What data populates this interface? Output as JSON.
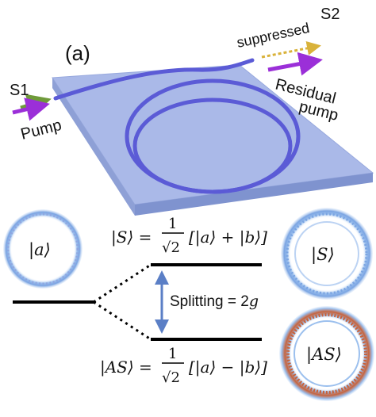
{
  "panel_label": "(a)",
  "labels": {
    "s1": "S1",
    "pump": "Pump",
    "s2": "S2",
    "suppressed": "suppressed",
    "residual": "Residual",
    "pump2": "pump"
  },
  "states": {
    "a": "|a⟩",
    "s": "|S⟩",
    "as": "|AS⟩"
  },
  "equations": {
    "s_lhs": "|S⟩ =",
    "as_lhs": "|AS⟩ =",
    "frac_num": "1",
    "frac_den": "√2",
    "s_rhs": "[|a⟩ + |b⟩]",
    "as_rhs": "[|a⟩ − |b⟩]"
  },
  "splitting": {
    "text": "Splitting = 2",
    "symbol": "g"
  },
  "colors": {
    "chip": "#aab9e8",
    "chip_side": "#8ea0d6",
    "waveguide": "#5b5bd6",
    "s1_arrow": "#6f9a3a",
    "pump_arrow": "#9b2fd8",
    "s2_arrow": "#d9b23a",
    "split_arrow": "#5b7fc6",
    "ring_blue": "#8fb5ea",
    "ring_red": "#c8623a"
  }
}
